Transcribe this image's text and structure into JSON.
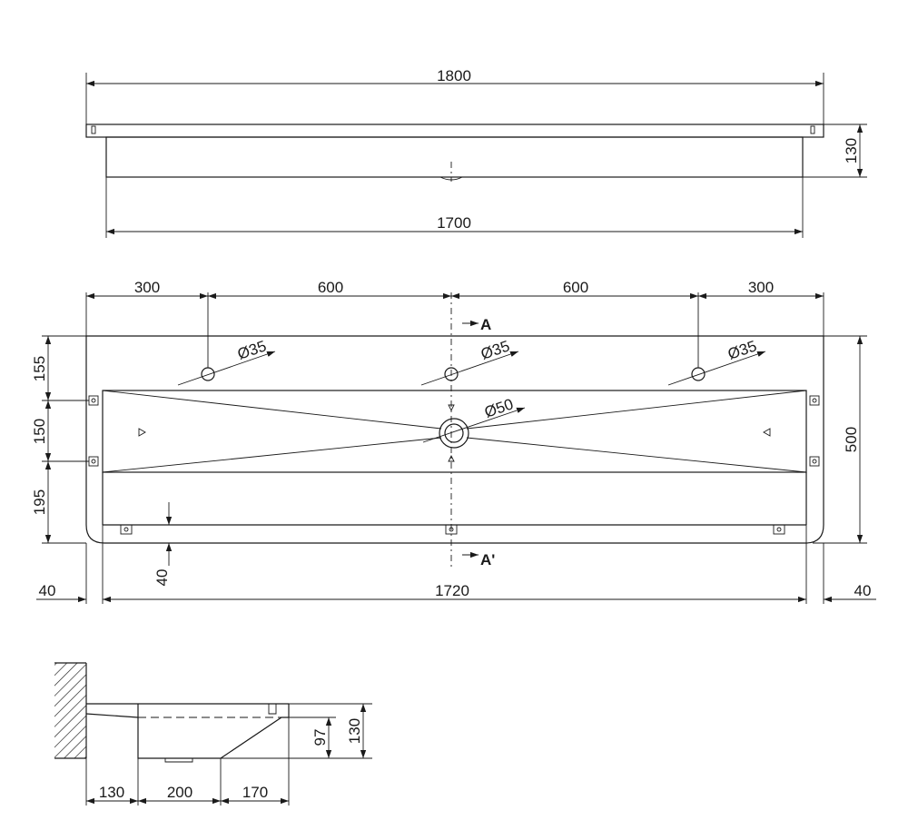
{
  "front_view": {
    "overall_width": "1800",
    "body_width": "1700",
    "height": "130"
  },
  "top_view": {
    "hole_spacing": [
      "300",
      "600",
      "600",
      "300"
    ],
    "tap_holes": [
      "Ø35",
      "Ø35",
      "Ø35"
    ],
    "drain_hole": "Ø50",
    "depth": "500",
    "vertical_segments": [
      "155",
      "150",
      "195"
    ],
    "lip": "40",
    "bottom_dims": [
      "40",
      "1720",
      "40"
    ],
    "section_marks": [
      "A",
      "A'"
    ]
  },
  "side_section": {
    "heights": [
      "97",
      "130"
    ],
    "bottom_dims": [
      "130",
      "200",
      "170"
    ]
  },
  "colors": {
    "line": "#1a1a1a",
    "background": "#ffffff"
  }
}
